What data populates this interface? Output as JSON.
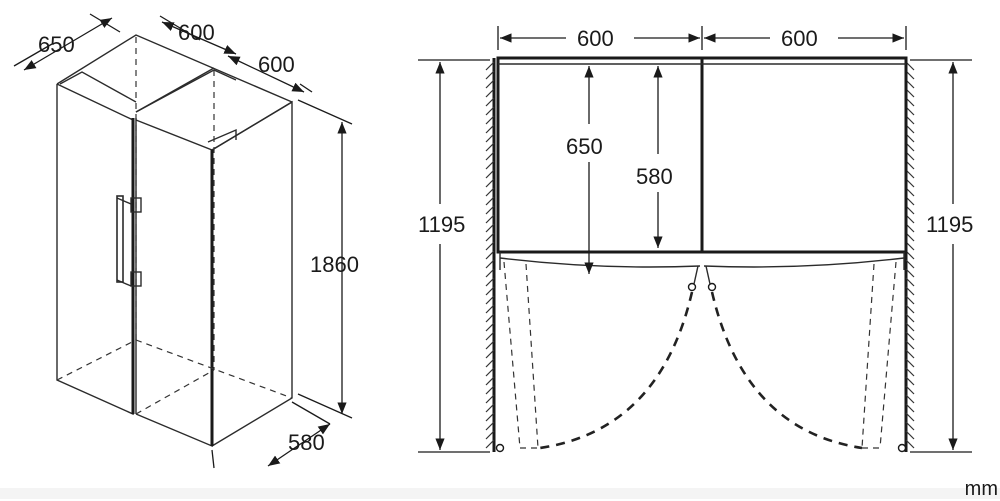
{
  "iso_view": {
    "depth_top": "650",
    "width_top_left": "600",
    "width_top_right": "600",
    "height": "1860",
    "depth_bottom": "580"
  },
  "plan_view": {
    "width_left": "600",
    "width_right": "600",
    "depth_open": "650",
    "depth_body": "580",
    "clearance_left": "1195",
    "clearance_right": "1195"
  },
  "unit": "mm"
}
